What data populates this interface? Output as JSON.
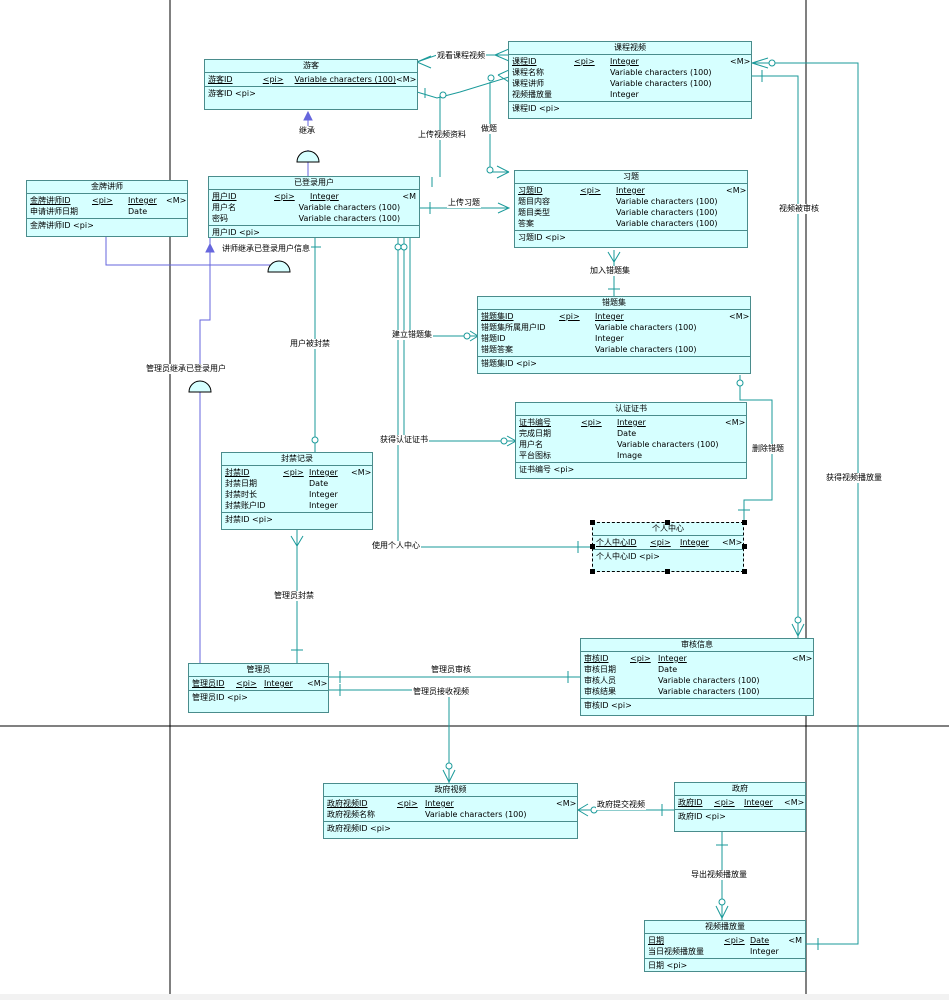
{
  "entities": [
    {
      "id": "youke",
      "title": "游客",
      "attrs": [
        {
          "name": "游客ID",
          "pi": "<pi>",
          "type": "Variable characters (100)",
          "m": "<M>",
          "pk": true
        }
      ],
      "keys": "游客ID <pi>"
    },
    {
      "id": "kcsp",
      "title": "课程视频",
      "attrs": [
        {
          "name": "课程ID",
          "pi": "<pi>",
          "type": "Integer",
          "m": "<M>",
          "pk": true
        },
        {
          "name": "课程名称",
          "pi": "",
          "type": "Variable characters (100)",
          "m": ""
        },
        {
          "name": "课程讲师",
          "pi": "",
          "type": "Variable characters (100)",
          "m": ""
        },
        {
          "name": "视频播放量",
          "pi": "",
          "type": "Integer",
          "m": ""
        }
      ],
      "keys": "课程ID <pi>"
    },
    {
      "id": "jpjs",
      "title": "金牌讲师",
      "attrs": [
        {
          "name": "金牌讲师ID",
          "pi": "<pi>",
          "type": "Integer",
          "m": "<M>",
          "pk": true
        },
        {
          "name": "申请讲师日期",
          "pi": "",
          "type": "Date",
          "m": ""
        }
      ],
      "keys": "金牌讲师ID <pi>"
    },
    {
      "id": "ydlyh",
      "title": "已登录用户",
      "attrs": [
        {
          "name": "用户ID",
          "pi": "<pi>",
          "type": "Integer",
          "m": "<M",
          "pk": true
        },
        {
          "name": "用户名",
          "pi": "",
          "type": "Variable characters (100)",
          "m": ""
        },
        {
          "name": "密码",
          "pi": "",
          "type": "Variable characters (100)",
          "m": ""
        }
      ],
      "keys": "用户ID <pi>"
    },
    {
      "id": "xiti",
      "title": "习题",
      "attrs": [
        {
          "name": "习题ID",
          "pi": "<pi>",
          "type": "Integer",
          "m": "<M>",
          "pk": true
        },
        {
          "name": "题目内容",
          "pi": "",
          "type": "Variable characters (100)",
          "m": ""
        },
        {
          "name": "题目类型",
          "pi": "",
          "type": "Variable characters (100)",
          "m": ""
        },
        {
          "name": "答案",
          "pi": "",
          "type": "Variable characters (100)",
          "m": ""
        }
      ],
      "keys": "习题ID <pi>"
    },
    {
      "id": "ctj",
      "title": "错题集",
      "attrs": [
        {
          "name": "错题集ID",
          "pi": "<pi>",
          "type": "Integer",
          "m": "<M>",
          "pk": true
        },
        {
          "name": "错题集所属用户ID",
          "pi": "",
          "type": "Variable characters (100)",
          "m": ""
        },
        {
          "name": "错题ID",
          "pi": "",
          "type": "Integer",
          "m": ""
        },
        {
          "name": "错题答案",
          "pi": "",
          "type": "Variable characters (100)",
          "m": ""
        }
      ],
      "keys": "错题集ID <pi>"
    },
    {
      "id": "rzzs",
      "title": "认证证书",
      "attrs": [
        {
          "name": "证书编号",
          "pi": "<pi>",
          "type": "Integer",
          "m": "<M>",
          "pk": true
        },
        {
          "name": "完成日期",
          "pi": "",
          "type": "Date",
          "m": ""
        },
        {
          "name": "用户名",
          "pi": "",
          "type": "Variable characters (100)",
          "m": ""
        },
        {
          "name": "平台图标",
          "pi": "",
          "type": "Image",
          "m": ""
        }
      ],
      "keys": "证书编号 <pi>"
    },
    {
      "id": "fjjl",
      "title": "封禁记录",
      "attrs": [
        {
          "name": "封禁ID",
          "pi": "<pi>",
          "type": "Integer",
          "m": "<M>",
          "pk": true
        },
        {
          "name": "封禁日期",
          "pi": "",
          "type": "Date",
          "m": ""
        },
        {
          "name": "封禁时长",
          "pi": "",
          "type": "Integer",
          "m": ""
        },
        {
          "name": "封禁账户ID",
          "pi": "",
          "type": "Integer",
          "m": ""
        }
      ],
      "keys": "封禁ID <pi>"
    },
    {
      "id": "grzx",
      "title": "个人中心",
      "attrs": [
        {
          "name": "个人中心ID",
          "pi": "<pi>",
          "type": "Integer",
          "m": "<M>",
          "pk": true
        }
      ],
      "keys": "个人中心ID <pi>"
    },
    {
      "id": "shxx",
      "title": "审核信息",
      "attrs": [
        {
          "name": "审核ID",
          "pi": "<pi>",
          "type": "Integer",
          "m": "<M>",
          "pk": true
        },
        {
          "name": "审核日期",
          "pi": "",
          "type": "Date",
          "m": ""
        },
        {
          "name": "审核人员",
          "pi": "",
          "type": "Variable characters (100)",
          "m": ""
        },
        {
          "name": "审核结果",
          "pi": "",
          "type": "Variable characters (100)",
          "m": ""
        }
      ],
      "keys": "审核ID <pi>"
    },
    {
      "id": "gly",
      "title": "管理员",
      "attrs": [
        {
          "name": "管理员ID",
          "pi": "<pi>",
          "type": "Integer",
          "m": "<M>",
          "pk": true
        }
      ],
      "keys": "管理员ID <pi>"
    },
    {
      "id": "zfsp",
      "title": "政府视频",
      "attrs": [
        {
          "name": "政府视频ID",
          "pi": "<pi>",
          "type": "Integer",
          "m": "<M>",
          "pk": true
        },
        {
          "name": "政府视频名称",
          "pi": "",
          "type": "Variable characters (100)",
          "m": ""
        }
      ],
      "keys": "政府视频ID <pi>"
    },
    {
      "id": "zf",
      "title": "政府",
      "attrs": [
        {
          "name": "政府ID",
          "pi": "<pi>",
          "type": "Integer",
          "m": "<M>",
          "pk": true
        }
      ],
      "keys": "政府ID <pi>"
    },
    {
      "id": "spbfl",
      "title": "视频播放量",
      "attrs": [
        {
          "name": "日期",
          "pi": "<pi>",
          "type": "Date",
          "m": "<M",
          "pk": true
        },
        {
          "name": "当日视频播放量",
          "pi": "",
          "type": "Integer",
          "m": ""
        }
      ],
      "keys": "日期 <pi>"
    }
  ],
  "relations": {
    "watch": "观看课程视频",
    "inherit": "继承",
    "upload_video": "上传视频资料",
    "do_exercise": "做题",
    "upload_exercise": "上传习题",
    "lecturer_inherit": "讲师继承已登录用户信息",
    "ban": "用户被封禁",
    "add_wrong": "加入错题集",
    "build_wrong": "建立错题集",
    "admin_inherit": "管理员继承已登录用户",
    "get_cert": "获得认证证书",
    "delete_wrong": "删除错题",
    "video_review": "视频被审核",
    "get_plays": "获得视频播放量",
    "use_center": "使用个人中心",
    "admin_ban": "管理员封禁",
    "admin_review": "管理员审核",
    "admin_receive": "管理员接收视频",
    "gov_submit": "政府提交视频",
    "export_plays": "导出视频播放量"
  }
}
